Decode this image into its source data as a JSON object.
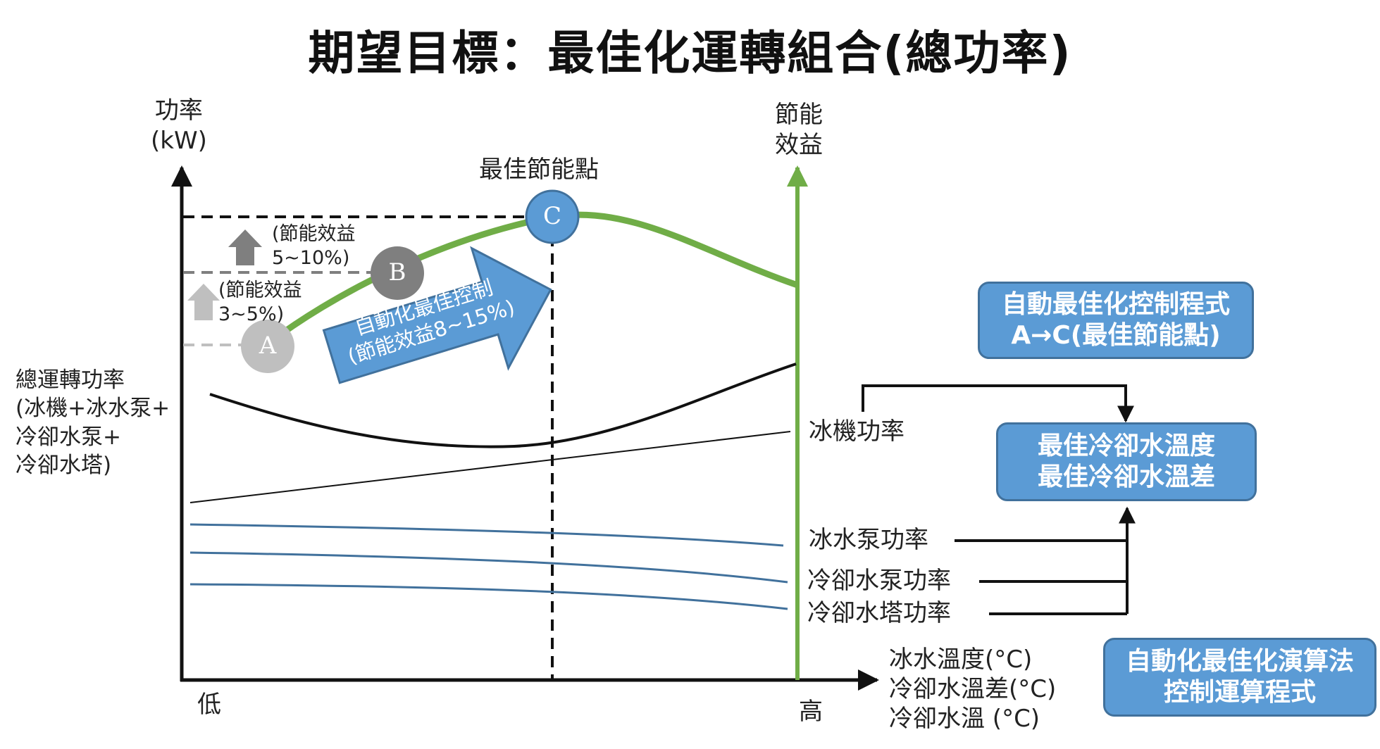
{
  "title": "期望目標：最佳化運轉組合(總功率)",
  "y_axis_label": "功率\n(kW)",
  "x_axis_low": "低",
  "x_axis_high": "高",
  "x_axis_labels": [
    "冰水溫度(°C)",
    "冷卻水溫差(°C)",
    "冷卻水溫 (°C)"
  ],
  "benefit_axis_label": "節能\n效益",
  "optimal_point_label": "最佳節能點",
  "total_power_label": "總運轉功率\n(冰機+冰水泵+\n冷卻水泵+\n冷卻水塔)",
  "points": {
    "a": "A",
    "b": "B",
    "c": "C"
  },
  "gain_ab": "(節能效益\n3~5%)",
  "gain_bc": "(節能效益\n5~10%)",
  "auto_arrow_label": "自動化最佳控制\n(節能效益8~15%)",
  "curve_labels": {
    "chiller": "冰機功率",
    "chw_pump": "冰水泵功率",
    "cw_pump": "冷卻水泵功率",
    "tower": "冷卻水塔功率"
  },
  "boxes": {
    "program": "自動最佳化控制程式\nA→C(最佳節能點)",
    "optimal": "最佳冷卻水溫度\n最佳冷卻水溫差",
    "algorithm": "自動化最佳化演算法\n控制運算程式"
  },
  "colors": {
    "benefit_green": "#70ad47",
    "box_blue": "#5b9bd5",
    "box_border": "#41719c",
    "pump_lines": "#41719c",
    "point_a": "#bfbfbf",
    "point_b": "#7f7f7f"
  }
}
